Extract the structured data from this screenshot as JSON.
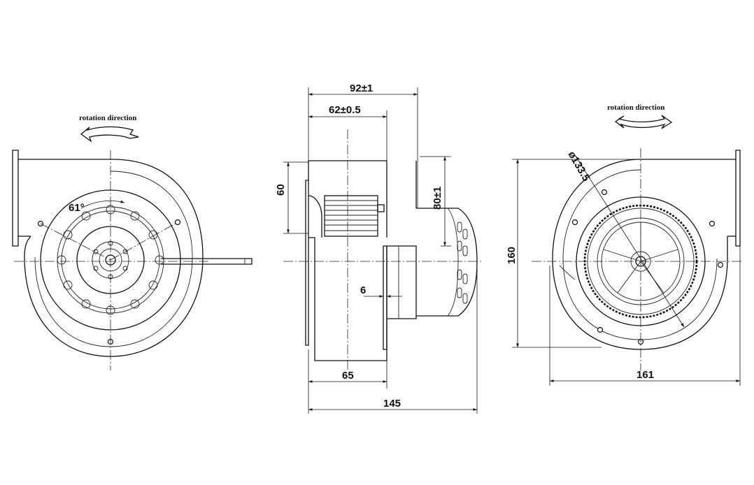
{
  "labels": {
    "rotation_left": "rotation direction",
    "rotation_right": "rotation direction",
    "angle": "61°",
    "dim_92": "92±1",
    "dim_62": "62±0.5",
    "dim_60": "60",
    "dim_80": "80±1",
    "dim_6": "6",
    "dim_65": "65",
    "dim_145": "145",
    "dim_133": "ø133.5",
    "dim_160": "160",
    "dim_161": "161"
  },
  "colors": {
    "line": "#111111",
    "background": "#ffffff"
  }
}
